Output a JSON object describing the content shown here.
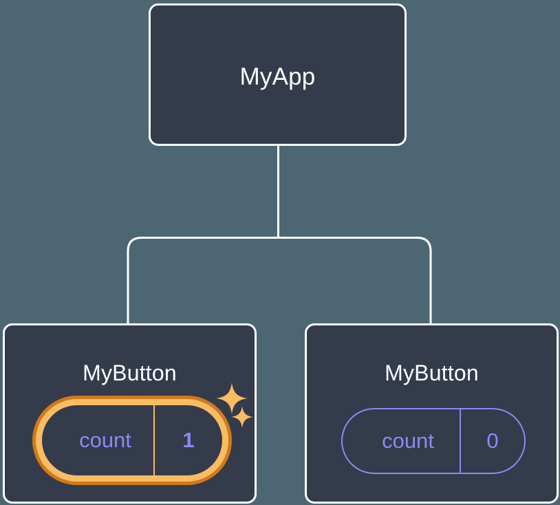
{
  "diagram": {
    "type": "component-tree",
    "background_color": "#4c6773",
    "node_fill_color": "#343b4a",
    "node_border_color": "#ffffff",
    "connector_color": "#ffffff",
    "accent_state_color": "#8a8af4",
    "highlight_ring_outer_color": "#d2791a",
    "highlight_ring_inner_color": "#f8bc65",
    "sparkle_color": "#f8bc65"
  },
  "root": {
    "title": "MyApp"
  },
  "children": [
    {
      "title": "MyButton",
      "state": {
        "key": "count",
        "value": "1"
      },
      "highlighted": "true"
    },
    {
      "title": "MyButton",
      "state": {
        "key": "count",
        "value": "0"
      },
      "highlighted": "false"
    }
  ]
}
